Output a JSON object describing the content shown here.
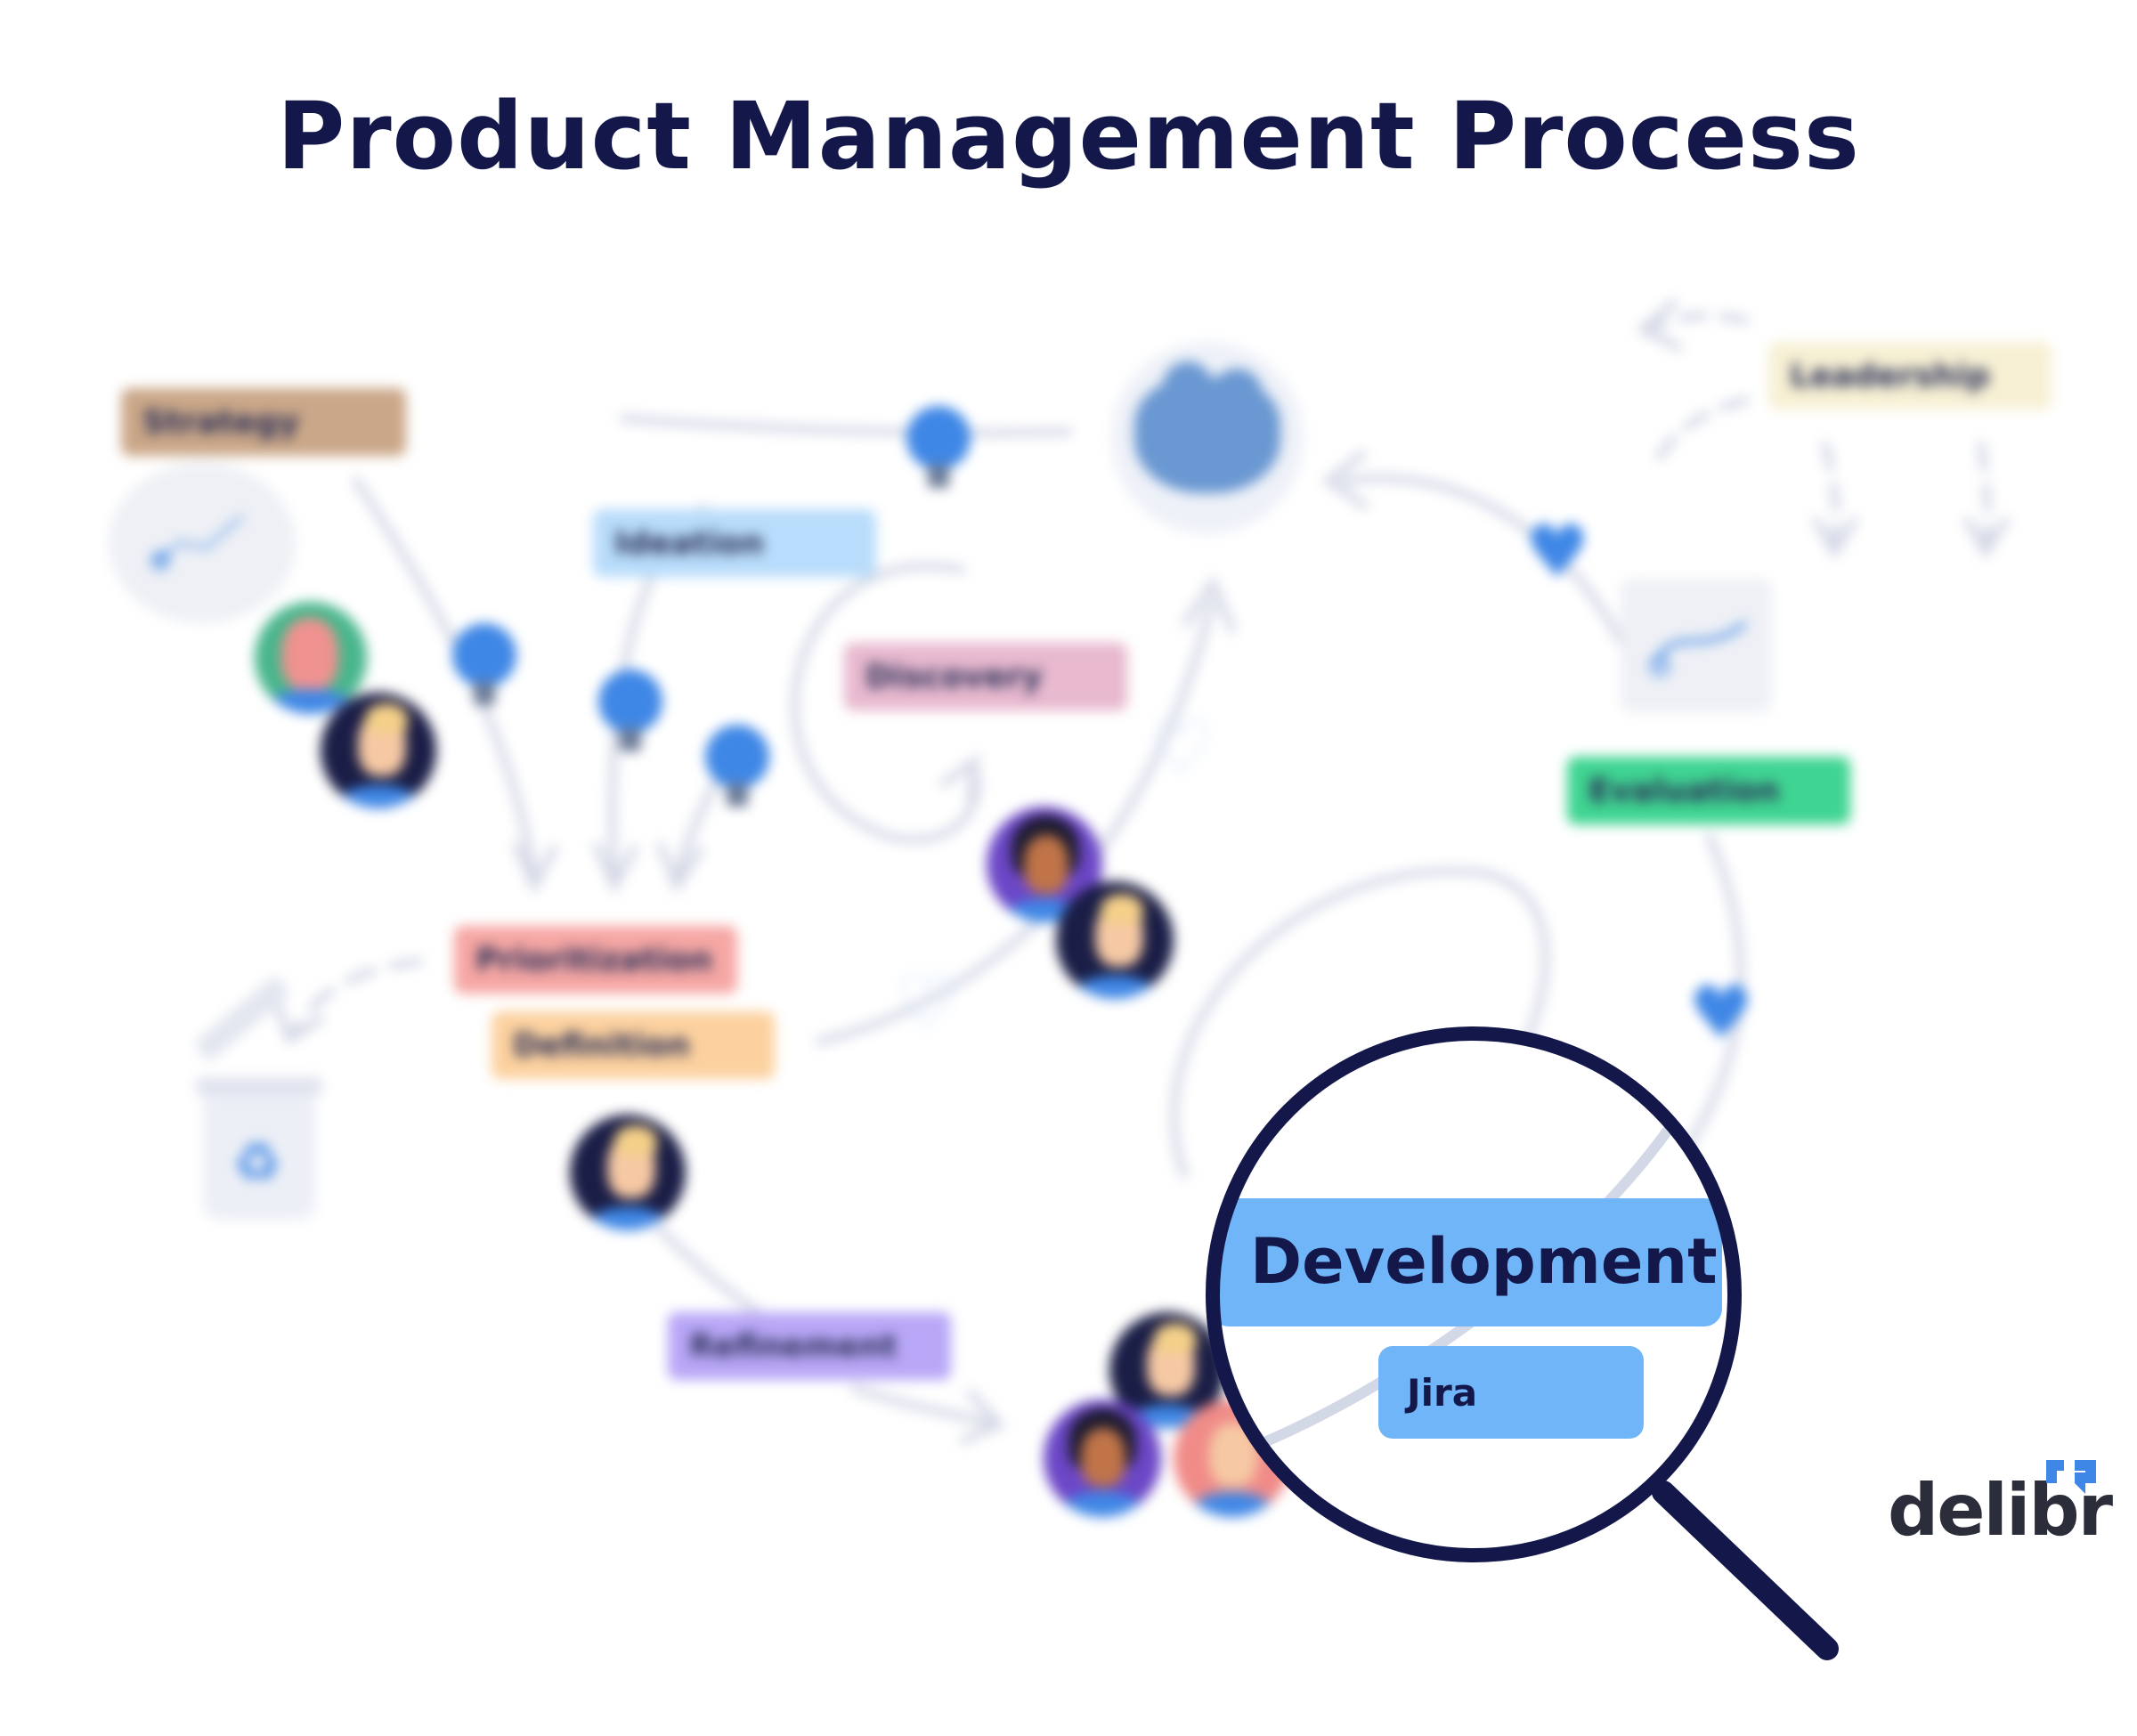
{
  "title": "Product Management Process",
  "stages": {
    "strategy": "Strategy",
    "ideation": "Ideation",
    "discovery": "Discovery",
    "leadership": "Leadership",
    "evaluation": "Evaluation",
    "prioritization": "Prioritization",
    "definition": "Definition",
    "refinement": "Refinement"
  },
  "magnifier": {
    "stage": "Development",
    "tool": "Jira"
  },
  "logo": "delibr",
  "colors": {
    "title": "#13174a",
    "strategy": "#caa788",
    "ideation": "#b8dcfb",
    "discovery": "#e8b9cf",
    "leadership": "#f7f0d4",
    "evaluation": "#3fd491",
    "prioritization": "#f6a7a4",
    "definition": "#fcd19f",
    "refinement": "#b9a7f7",
    "development": "#6fb5f8",
    "accent_blue": "#3f87e6"
  },
  "icons": [
    "lightbulb-icon",
    "heart-icon",
    "team-icon",
    "recycle-bin-icon",
    "chart-card-icon",
    "magnifier-icon",
    "delibr-logo-icon"
  ]
}
